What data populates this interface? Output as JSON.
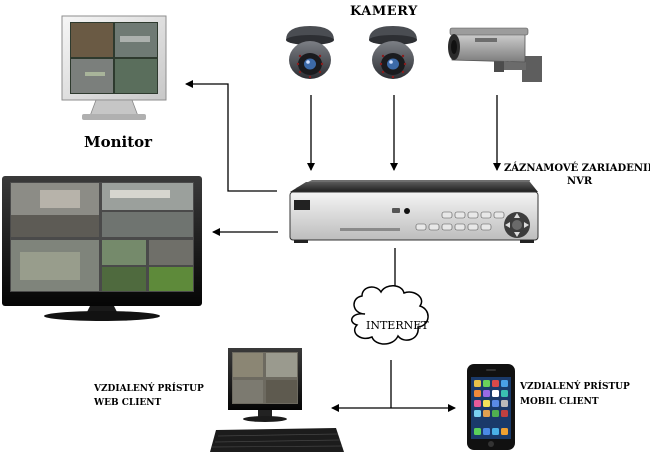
{
  "diagram": {
    "cameras_title": "KAMERY",
    "monitor_label": "Monitor",
    "recorder_label_line1": "ZÁZNAMOVÉ ZARIADENIE",
    "recorder_label_line2": "NVR",
    "internet_label": "INTERNET",
    "web_client_line1": "VZDIALENÝ PRÍSTUP",
    "web_client_line2": "WEB CLIENT",
    "mobile_client_line1": "VZDIALENÝ PRÍSTUP",
    "mobile_client_line2": "MOBIL CLIENT"
  }
}
